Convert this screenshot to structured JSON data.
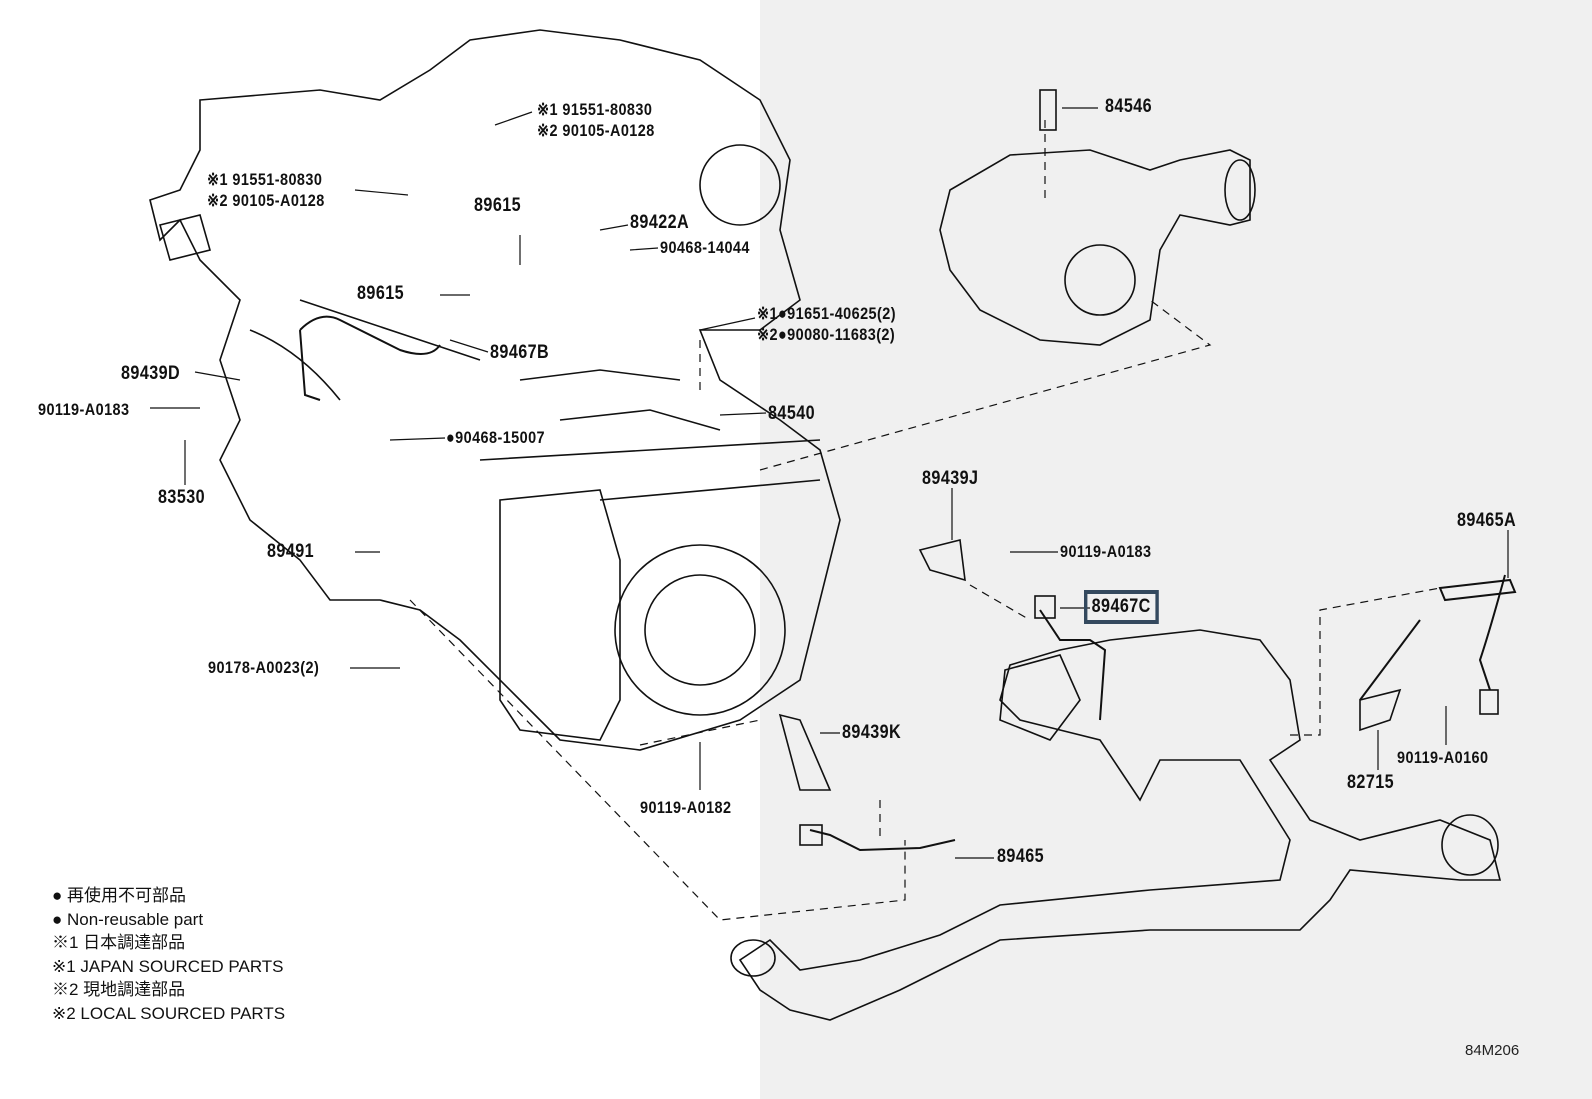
{
  "callouts": {
    "bolt_top_1": "※1 91551-80830",
    "bolt_top_2": "※2 90105-A0128",
    "bolt_left_1": "※1 91551-80830",
    "bolt_left_2": "※2 90105-A0128",
    "p89615_a": "89615",
    "p89422A": "89422A",
    "p90468_14044": "90468-14044",
    "p89615_b": "89615",
    "bolt_mid_1": "※1●91651-40625(2)",
    "bolt_mid_2": "※2●90080-11683(2)",
    "p89467B": "89467B",
    "p89439D": "89439D",
    "p90119_A0183_left": "90119-A0183",
    "p84540": "84540",
    "p90468_15007": "●90468-15007",
    "p83530": "83530",
    "p89491": "89491",
    "p84546": "84546",
    "p89439J": "89439J",
    "p90119_A0183_right": "90119-A0183",
    "p89465A": "89465A",
    "p89467C": "89467C",
    "p90178_A0023": "90178-A0023(2)",
    "p89439K": "89439K",
    "p90119_A0160": "90119-A0160",
    "p82715": "82715",
    "p90119_A0182": "90119-A0182",
    "p89465": "89465"
  },
  "highlighted_part": "89467C",
  "highlight_color": "#34495e",
  "legend": [
    "● 再使用不可部品",
    "● Non-reusable part",
    "※1 日本調達部品",
    "※1 JAPAN SOURCED PARTS",
    "※2 現地調達部品",
    "※2 LOCAL SOURCED PARTS"
  ],
  "diagram_code": "84M206"
}
